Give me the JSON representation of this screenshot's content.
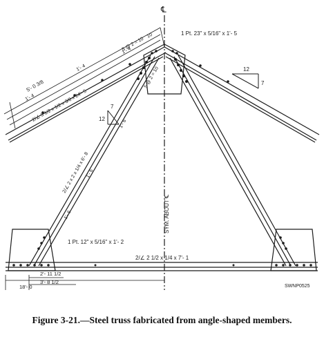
{
  "caption": "Figure 3-21.—Steel truss fabricated from angle-shaped members.",
  "drawing_id": "SWNP0525",
  "centerline_symbol": "℄",
  "sym_label": "SYM. ABOUT ℄",
  "labels": {
    "plate_top": "1 Pt. 23\" x 5/16\" x 1'- 5",
    "plate_bottom": "1 Pt. 12\" x 5/16\" x 1'- 2",
    "bottom_chord": "2/∠ 2 1/2 x 1/4 x 7'- 1",
    "diagonal": "2/∠ 2 x 2 x 1/4 x 6'- 8",
    "top_chord": "2/∠ 3 1/2 x 1/2 x 3/8 x 24'- 5",
    "dim_total": "5'- 0 3/8",
    "dim_a": "1'- 4",
    "dim_b": "1'- 4",
    "dim_c": "1'- 4",
    "dim_spacing_top": "5 @ 2 = 10",
    "dim_top_10": "10",
    "dim_diag_spacing": "5 @ 2 = 10",
    "diag_16_1": "1'- 6",
    "diag_16_2": "1'- 6",
    "diag_16_3": "1'- 6",
    "dim_2_11": "2'- 11 1/2",
    "dim_3_8": "3'- 8 1/2",
    "dim_18": "18'- 0",
    "slope_rise": "12",
    "slope_run": "7",
    "slope_rise_left": "7",
    "slope_run_left": "12"
  }
}
